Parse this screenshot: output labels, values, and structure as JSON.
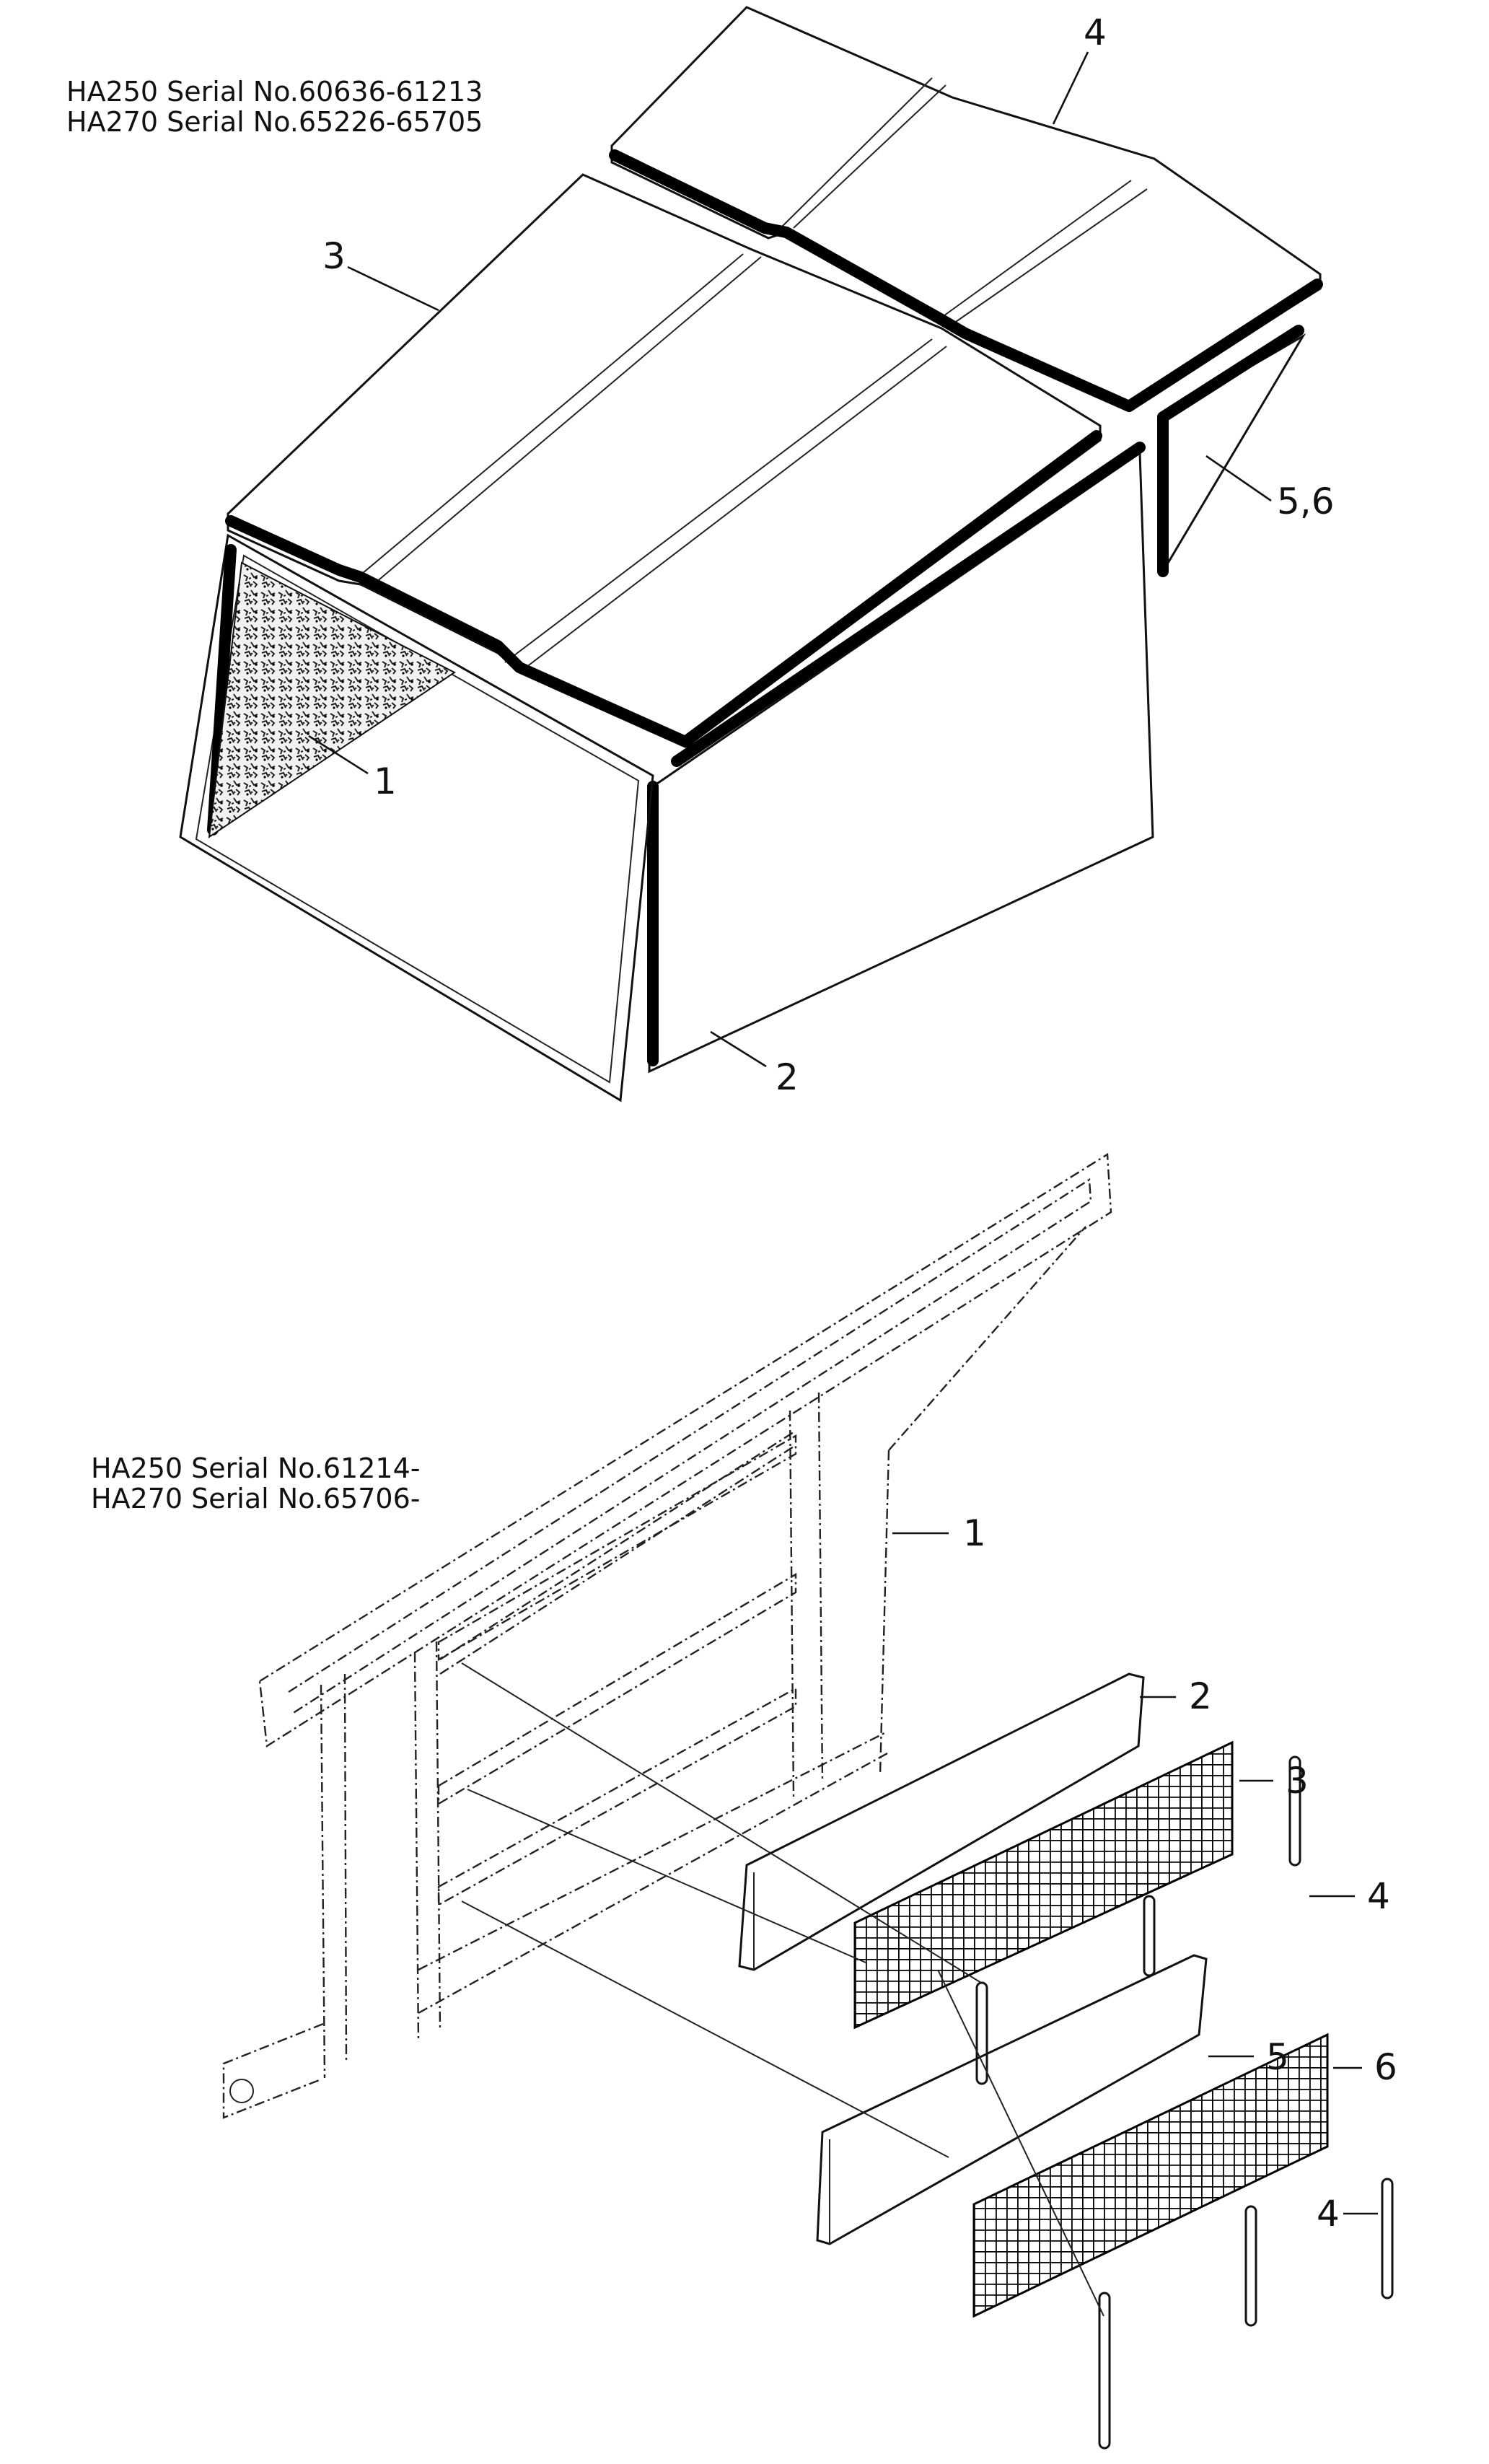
{
  "top_assembly": {
    "serial_lines": [
      "HA250 Serial No.60636-61213",
      "HA270 Serial No.65226-65705"
    ],
    "callouts": {
      "c1": "1",
      "c2": "2",
      "c3": "3",
      "c4": "4",
      "c56": "5,6"
    }
  },
  "bottom_assembly": {
    "serial_lines": [
      "HA250 Serial No.61214-",
      "HA270 Serial No.65706-"
    ],
    "callouts": {
      "c1": "1",
      "c2": "2",
      "c3": "3",
      "c4a": "4",
      "c5": "5",
      "c6": "6",
      "c4b": "4"
    }
  }
}
